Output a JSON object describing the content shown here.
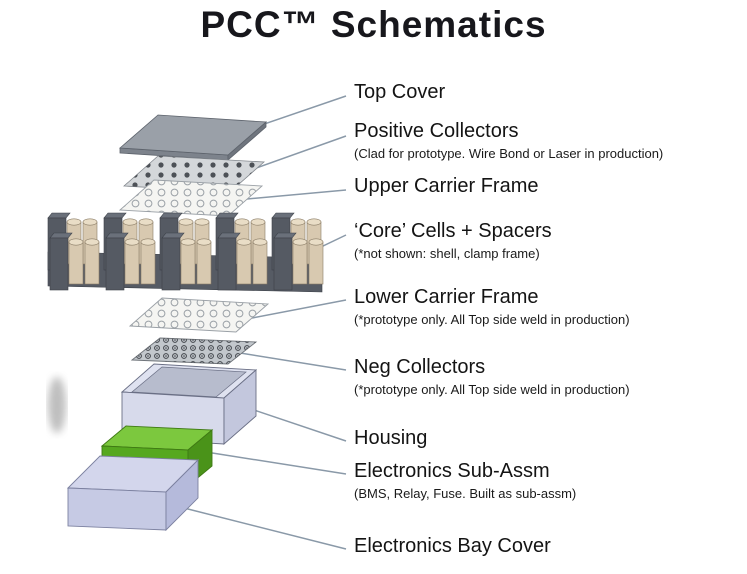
{
  "title": "PCC™ Schematics",
  "labels": [
    {
      "text": "Top Cover"
    },
    {
      "text": "Positive Collectors",
      "sub": "(Clad for prototype. Wire Bond or Laser in production)"
    },
    {
      "text": "Upper Carrier Frame"
    },
    {
      "text": "‘Core’ Cells + Spacers",
      "sub": "(*not shown: shell, clamp frame)"
    },
    {
      "text": "Lower Carrier Frame",
      "sub": "(*prototype only.  All Top side weld in production)"
    },
    {
      "text": "Neg Collectors",
      "sub": "(*prototype only.  All Top side weld in production)"
    },
    {
      "text": "Housing"
    },
    {
      "text": "Electronics Sub-Assm",
      "sub": "(BMS, Relay, Fuse. Built as sub-assm)"
    },
    {
      "text": "Electronics Bay Cover"
    }
  ],
  "colors": {
    "board_green": "#5aa81f",
    "housing_lavender": "#d7daeb",
    "leader_line": "#8a99a8",
    "title_text": "#17171c"
  }
}
